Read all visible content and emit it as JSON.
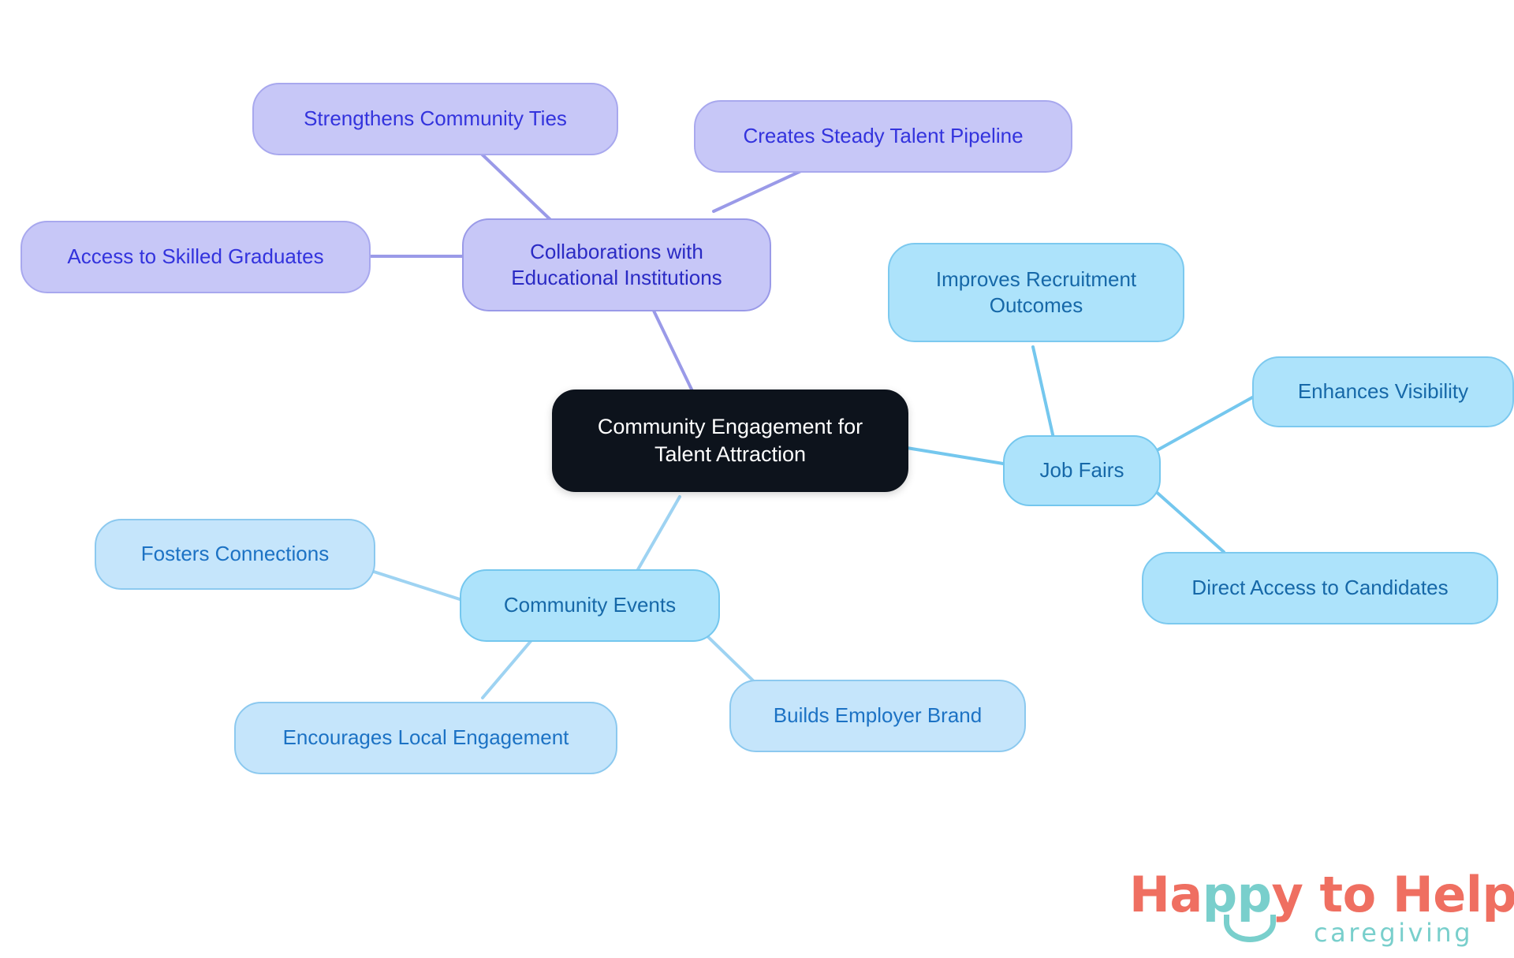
{
  "diagram": {
    "type": "mindmap",
    "title": "Community Engagement for Talent Attraction",
    "background_color": "#ffffff",
    "root": {
      "id": "root",
      "label": "Community Engagement for\nTalent Attraction",
      "fill": "#0d131c",
      "text_color": "#ffffff"
    },
    "branches": [
      {
        "id": "collaborations",
        "label": "Collaborations with\nEducational Institutions",
        "fill": "#c7c7f7",
        "border": "#9a9ae8",
        "text_color": "#2a2ac4",
        "edge_color": "#9a9ae8",
        "children": [
          {
            "id": "strengthens-community-ties",
            "label": "Strengthens Community Ties",
            "fill": "#c7c7f7",
            "border": "#a8a8ee",
            "text_color": "#3333dd"
          },
          {
            "id": "creates-steady-talent-pipeline",
            "label": "Creates Steady Talent Pipeline",
            "fill": "#c7c7f7",
            "border": "#a8a8ee",
            "text_color": "#3333dd"
          },
          {
            "id": "access-to-skilled-graduates",
            "label": "Access to Skilled Graduates",
            "fill": "#c7c7f7",
            "border": "#a8a8ee",
            "text_color": "#3333dd"
          }
        ]
      },
      {
        "id": "job-fairs",
        "label": "Job Fairs",
        "fill": "#ade3fb",
        "border": "#74c7ee",
        "text_color": "#1668a8",
        "edge_color": "#74c7ee",
        "children": [
          {
            "id": "improves-recruitment-outcomes",
            "label": "Improves Recruitment\nOutcomes",
            "fill": "#ade3fb",
            "border": "#7cc9ef",
            "text_color": "#1668a8"
          },
          {
            "id": "enhances-visibility",
            "label": "Enhances Visibility",
            "fill": "#ade3fb",
            "border": "#7cc9ef",
            "text_color": "#1668a8"
          },
          {
            "id": "direct-access-to-candidates",
            "label": "Direct Access to Candidates",
            "fill": "#ade3fb",
            "border": "#7cc9ef",
            "text_color": "#1668a8"
          }
        ]
      },
      {
        "id": "community-events",
        "label": "Community Events",
        "fill": "#c5e5fb",
        "border": "#8cc9ef",
        "text_color": "#1c72c4",
        "edge_color": "#9ed3f2",
        "children": [
          {
            "id": "fosters-connections",
            "label": "Fosters Connections",
            "fill": "#c5e5fb",
            "border": "#8cc9ef",
            "text_color": "#1c72c4"
          },
          {
            "id": "encourages-local-engagement",
            "label": "Encourages Local Engagement",
            "fill": "#c5e5fb",
            "border": "#8cc9ef",
            "text_color": "#1c72c4"
          },
          {
            "id": "builds-employer-brand",
            "label": "Builds Employer Brand",
            "fill": "#c5e5fb",
            "border": "#8cc9ef",
            "text_color": "#1c72c4"
          }
        ]
      }
    ]
  },
  "logo": {
    "word_happy_to": "Ha",
    "word_pp": "pp",
    "word_rest": "y to Help",
    "tagline": "caregiving",
    "primary_color": "#ef6f61",
    "accent_color": "#79cfcc"
  }
}
